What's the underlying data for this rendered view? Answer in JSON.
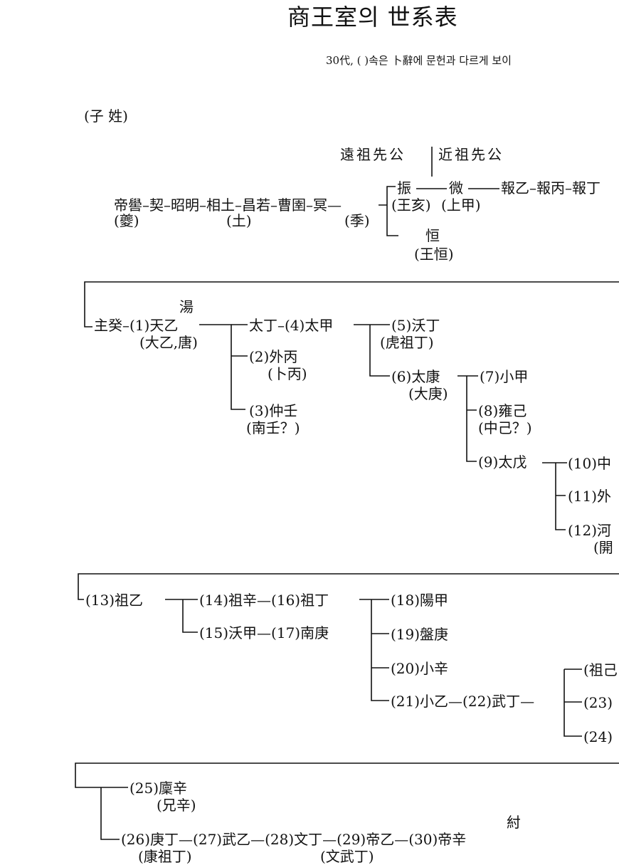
{
  "title": "商王室의 世系表",
  "note": "30代, ( )속은 卜辭에 문헌과 다르게 보이",
  "clan": "(子 姓)",
  "header": {
    "far": "遠祖先公",
    "near": "近祖先公"
  },
  "s1": {
    "chain": "帝嚳–契–昭明–相土–昌若–曹圉–冥—",
    "kui": "(夔)",
    "tu": "(土)",
    "ji": "(季)",
    "zhen": "振",
    "wei": "微",
    "rest": "報乙–報丙–報丁",
    "wanghai": "(王亥)",
    "shangjia": "(上甲)",
    "heng": "恒",
    "wangheng": "(王恒)"
  },
  "s2": {
    "tang": "湯",
    "zhugui": "主癸–(1)天乙",
    "dayi": "(大乙,唐)",
    "taiding": "太丁–(4)太甲",
    "waibing": "(2)外丙",
    "bubing": "(卜丙)",
    "zhongren": "(3)仲壬",
    "nanren": "(南壬？)",
    "woding": "(5)沃丁",
    "huzuding": "(虎祖丁)",
    "taikang": "(6)太康",
    "dageng": "(大庚)",
    "xiaojia": "(7)小甲",
    "yongji": "(8)雍己",
    "zhongji": "(中己？)",
    "taiwu": "(9)太戊",
    "n10": "(10)中",
    "n11": "(11)外",
    "n12": "(12)河",
    "kai": "(開"
  },
  "s3": {
    "zuyi": "(13)祖乙",
    "zuxin": "(14)祖辛—(16)祖丁",
    "wojia": "(15)沃甲—(17)南庚",
    "yangjia": "(18)陽甲",
    "pangeng": "(19)盤庚",
    "xiaoxin": "(20)小辛",
    "xiaoyi": "(21)小乙—(22)武丁—",
    "zuji": "(祖己",
    "n23": "(23)",
    "n24": "(24)"
  },
  "s4": {
    "linxin": "(25)廩辛",
    "xiongxin": "(兄辛)",
    "chain": "(26)庚丁—(27)武乙—(28)文丁—(29)帝乙—(30)帝辛",
    "zhou": "紂",
    "kangzuding": "(康祖丁)",
    "wenwuding": "(文武丁)"
  }
}
